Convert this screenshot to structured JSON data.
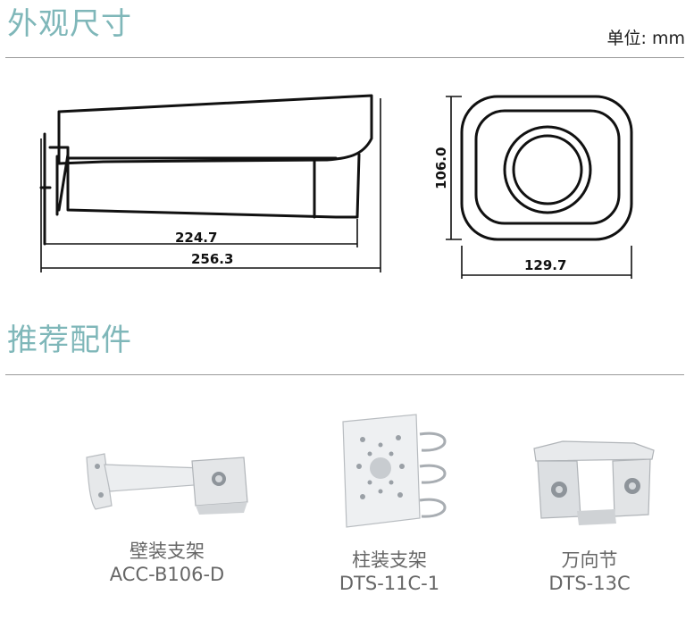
{
  "sections": {
    "dimensions_title": "外观尺寸",
    "accessories_title": "推荐配件"
  },
  "unit_label": "单位: mm",
  "drawings": {
    "side": {
      "dim_inner": "224.7",
      "dim_outer": "256.3"
    },
    "front": {
      "dim_height": "106.0",
      "dim_width": "129.7"
    }
  },
  "accessories": [
    {
      "name": "壁装支架",
      "model": "ACC-B106-D",
      "icon": "wall-mount-bracket"
    },
    {
      "name": "柱装支架",
      "model": "DTS-11C-1",
      "icon": "pole-mount-bracket"
    },
    {
      "name": "万向节",
      "model": "DTS-13C",
      "icon": "universal-joint"
    }
  ]
}
